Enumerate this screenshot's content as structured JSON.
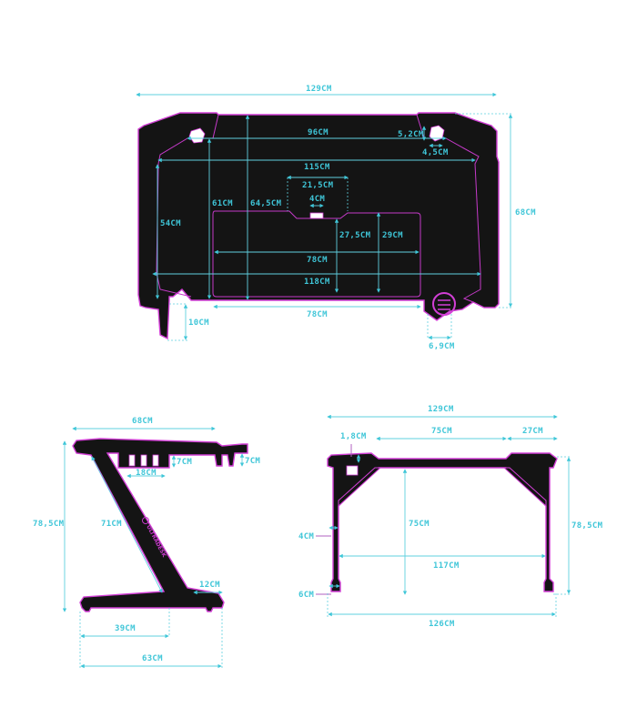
{
  "product": {
    "logo_text": "ULTRADESK"
  },
  "colors": {
    "dimension": "#3fc6d8",
    "outline": "#d23fd6",
    "body": "#141414",
    "background": "#ffffff"
  },
  "top_view": {
    "overall_width": "129CM",
    "overall_depth": "68CM",
    "inner_width_top": "96CM",
    "hole_height": "5,2CM",
    "hole_width": "4,5CM",
    "width_115": "115CM",
    "notch_width": "21,5CM",
    "notch_slot": "4CM",
    "depth_61": "61CM",
    "depth_64_5": "64,5CM",
    "depth_54": "54CM",
    "mousepad_depth_27_5": "27,5CM",
    "mousepad_depth_29": "29CM",
    "mousepad_width": "78CM",
    "width_118": "118CM",
    "bottom_width_78": "78CM",
    "leg_10": "10CM",
    "hook_6_9": "6,9CM"
  },
  "side_view": {
    "top_length": "68CM",
    "shelf_height_left": "7CM",
    "shelf_height_right": "7CM",
    "shelf_width": "18CM",
    "total_height": "78,5CM",
    "leg_length": "71CM",
    "foot_offset": "12CM",
    "base_39": "39CM",
    "base_63": "63CM"
  },
  "front_view": {
    "overall_width": "129CM",
    "thickness": "1,8CM",
    "middle_width": "75CM",
    "wing_width": "27CM",
    "under_height": "75CM",
    "total_height": "78,5CM",
    "leg_width": "4CM",
    "leg_spacing": "117CM",
    "foot_width": "6CM",
    "base_width": "126CM"
  }
}
